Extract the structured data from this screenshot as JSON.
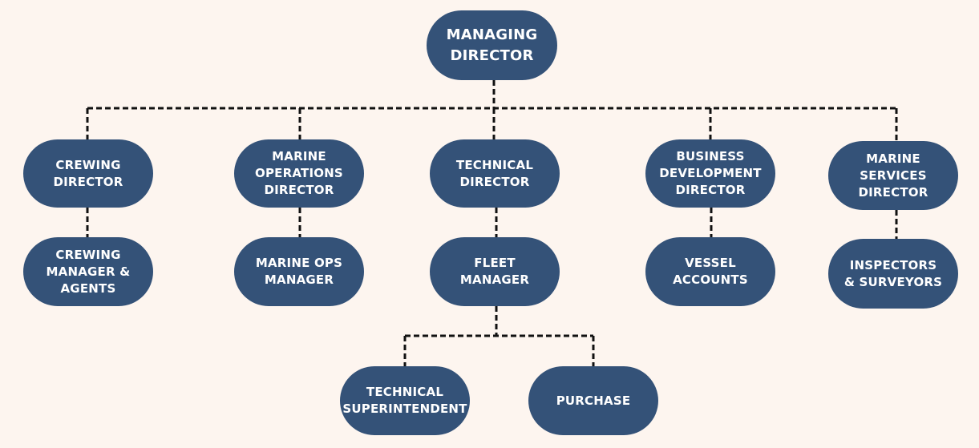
{
  "colors": {
    "background": "#fdf5ef",
    "node_fill": "#345278",
    "node_text": "#ffffff",
    "connector": "#111111"
  },
  "nodes": {
    "managing_director": "MANAGING\nDIRECTOR",
    "crewing_director": "CREWING\nDIRECTOR",
    "marine_operations_director": "MARINE\nOPERATIONS\nDIRECTOR",
    "technical_director": "TECHNICAL\nDIRECTOR",
    "business_development_director": "BUSINESS\nDEVELOPMENT\nDIRECTOR",
    "marine_services_director": "MARINE\nSERVICES\nDIRECTOR",
    "crewing_manager_agents": "CREWING\nMANAGER &\nAGENTS",
    "marine_ops_manager": "MARINE OPS\nMANAGER",
    "fleet_manager": "FLEET\nMANAGER",
    "vessel_accounts": "VESSEL\nACCOUNTS",
    "inspectors_surveyors": "INSPECTORS\n& SURVEYORS",
    "technical_superintendent": "TECHNICAL\nSUPERINTENDENT",
    "purchase": "PURCHASE"
  }
}
